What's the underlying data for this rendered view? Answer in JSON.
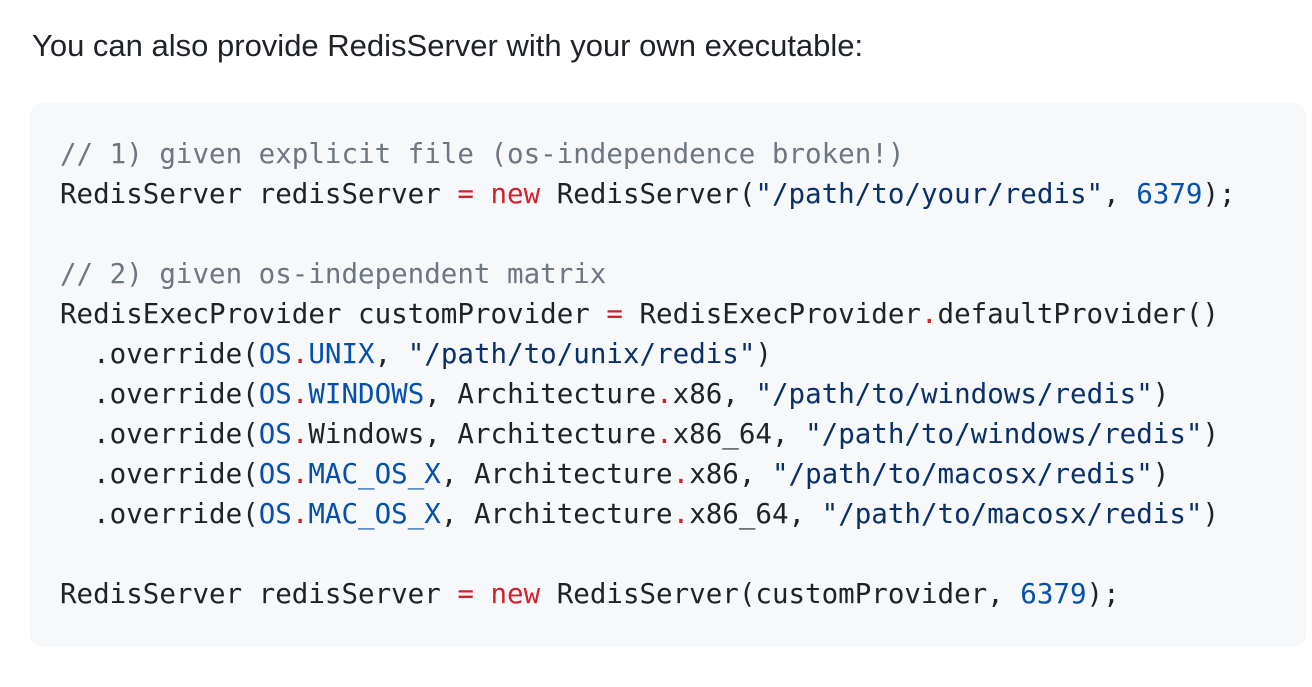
{
  "intro": {
    "text": "You can also provide RedisServer with your own executable:"
  },
  "colors": {
    "page_background": "#ffffff",
    "code_background": "#f6f8fa",
    "text_plain": "#1f2328",
    "token_comment": "#6e7781",
    "token_keyword": "#cf222e",
    "token_constant": "#0550ae",
    "token_string": "#0a3069"
  },
  "code": {
    "language": "java",
    "lines": [
      [
        {
          "c": "com",
          "t": "// 1) given explicit file (os-independence broken!)"
        }
      ],
      [
        {
          "c": "pln",
          "t": "RedisServer redisServer "
        },
        {
          "c": "kw",
          "t": "="
        },
        {
          "c": "pln",
          "t": " "
        },
        {
          "c": "kw",
          "t": "new"
        },
        {
          "c": "pln",
          "t": " RedisServer("
        },
        {
          "c": "str",
          "t": "\"/path/to/your/redis\""
        },
        {
          "c": "pln",
          "t": ", "
        },
        {
          "c": "const",
          "t": "6379"
        },
        {
          "c": "pln",
          "t": ");"
        }
      ],
      [],
      [
        {
          "c": "com",
          "t": "// 2) given os-independent matrix"
        }
      ],
      [
        {
          "c": "pln",
          "t": "RedisExecProvider customProvider "
        },
        {
          "c": "kw",
          "t": "="
        },
        {
          "c": "pln",
          "t": " RedisExecProvider"
        },
        {
          "c": "kw",
          "t": "."
        },
        {
          "c": "pln",
          "t": "defaultProvider()"
        }
      ],
      [
        {
          "c": "pln",
          "t": "  .override("
        },
        {
          "c": "const",
          "t": "OS"
        },
        {
          "c": "kw",
          "t": "."
        },
        {
          "c": "const",
          "t": "UNIX"
        },
        {
          "c": "pln",
          "t": ", "
        },
        {
          "c": "str",
          "t": "\"/path/to/unix/redis\""
        },
        {
          "c": "pln",
          "t": ")"
        }
      ],
      [
        {
          "c": "pln",
          "t": "  .override("
        },
        {
          "c": "const",
          "t": "OS"
        },
        {
          "c": "kw",
          "t": "."
        },
        {
          "c": "const",
          "t": "WINDOWS"
        },
        {
          "c": "pln",
          "t": ", Architecture"
        },
        {
          "c": "kw",
          "t": "."
        },
        {
          "c": "pln",
          "t": "x86, "
        },
        {
          "c": "str",
          "t": "\"/path/to/windows/redis\""
        },
        {
          "c": "pln",
          "t": ")"
        }
      ],
      [
        {
          "c": "pln",
          "t": "  .override("
        },
        {
          "c": "const",
          "t": "OS"
        },
        {
          "c": "kw",
          "t": "."
        },
        {
          "c": "pln",
          "t": "Windows, Architecture"
        },
        {
          "c": "kw",
          "t": "."
        },
        {
          "c": "pln",
          "t": "x86_64, "
        },
        {
          "c": "str",
          "t": "\"/path/to/windows/redis\""
        },
        {
          "c": "pln",
          "t": ")"
        }
      ],
      [
        {
          "c": "pln",
          "t": "  .override("
        },
        {
          "c": "const",
          "t": "OS"
        },
        {
          "c": "kw",
          "t": "."
        },
        {
          "c": "const",
          "t": "MAC_OS_X"
        },
        {
          "c": "pln",
          "t": ", Architecture"
        },
        {
          "c": "kw",
          "t": "."
        },
        {
          "c": "pln",
          "t": "x86, "
        },
        {
          "c": "str",
          "t": "\"/path/to/macosx/redis\""
        },
        {
          "c": "pln",
          "t": ")"
        }
      ],
      [
        {
          "c": "pln",
          "t": "  .override("
        },
        {
          "c": "const",
          "t": "OS"
        },
        {
          "c": "kw",
          "t": "."
        },
        {
          "c": "const",
          "t": "MAC_OS_X"
        },
        {
          "c": "pln",
          "t": ", Architecture"
        },
        {
          "c": "kw",
          "t": "."
        },
        {
          "c": "pln",
          "t": "x86_64, "
        },
        {
          "c": "str",
          "t": "\"/path/to/macosx/redis\""
        },
        {
          "c": "pln",
          "t": ")"
        }
      ],
      [],
      [
        {
          "c": "pln",
          "t": "RedisServer redisServer "
        },
        {
          "c": "kw",
          "t": "="
        },
        {
          "c": "pln",
          "t": " "
        },
        {
          "c": "kw",
          "t": "new"
        },
        {
          "c": "pln",
          "t": " RedisServer(customProvider, "
        },
        {
          "c": "const",
          "t": "6379"
        },
        {
          "c": "pln",
          "t": ");"
        }
      ]
    ]
  }
}
